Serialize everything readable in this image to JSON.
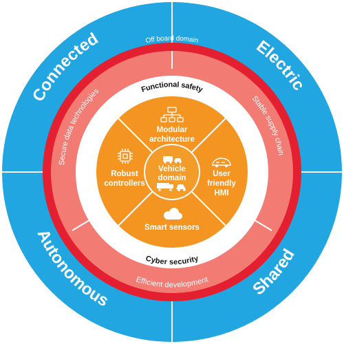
{
  "colors": {
    "blue": "#21a6e1",
    "red": "#e41f30",
    "salmon": "#f27c74",
    "orange": "#f39520",
    "center": "#f49c2a",
    "white": "#ffffff",
    "text_dark": "#111111"
  },
  "outer": {
    "top_left": "Connected",
    "top_right": "Electric",
    "bottom_left": "Autonomous",
    "bottom_right": "Shared"
  },
  "red_ring": {
    "label": "Off board domain"
  },
  "salmon_ring": {
    "left": "Secure data technologies",
    "right": "Stable supply chain",
    "bottom": "Efficient development"
  },
  "white_ring": {
    "top": "Functional safety",
    "bottom": "Cyber security"
  },
  "segments": {
    "top": {
      "line1": "Modular",
      "line2": "architecture",
      "icon": "network-icon"
    },
    "right": {
      "line1": "User",
      "line2": "friendly",
      "line3": "HMI",
      "icon": "car-dashboard-icon"
    },
    "bottom": {
      "line1": "Smart sensors",
      "icon": "cloud-icon"
    },
    "left": {
      "line1": "Robust",
      "line2": "controllers",
      "icon": "chip-icon"
    }
  },
  "center": {
    "line1": "Vehicle",
    "line2": "domain",
    "icon": "vehicles-icon"
  }
}
